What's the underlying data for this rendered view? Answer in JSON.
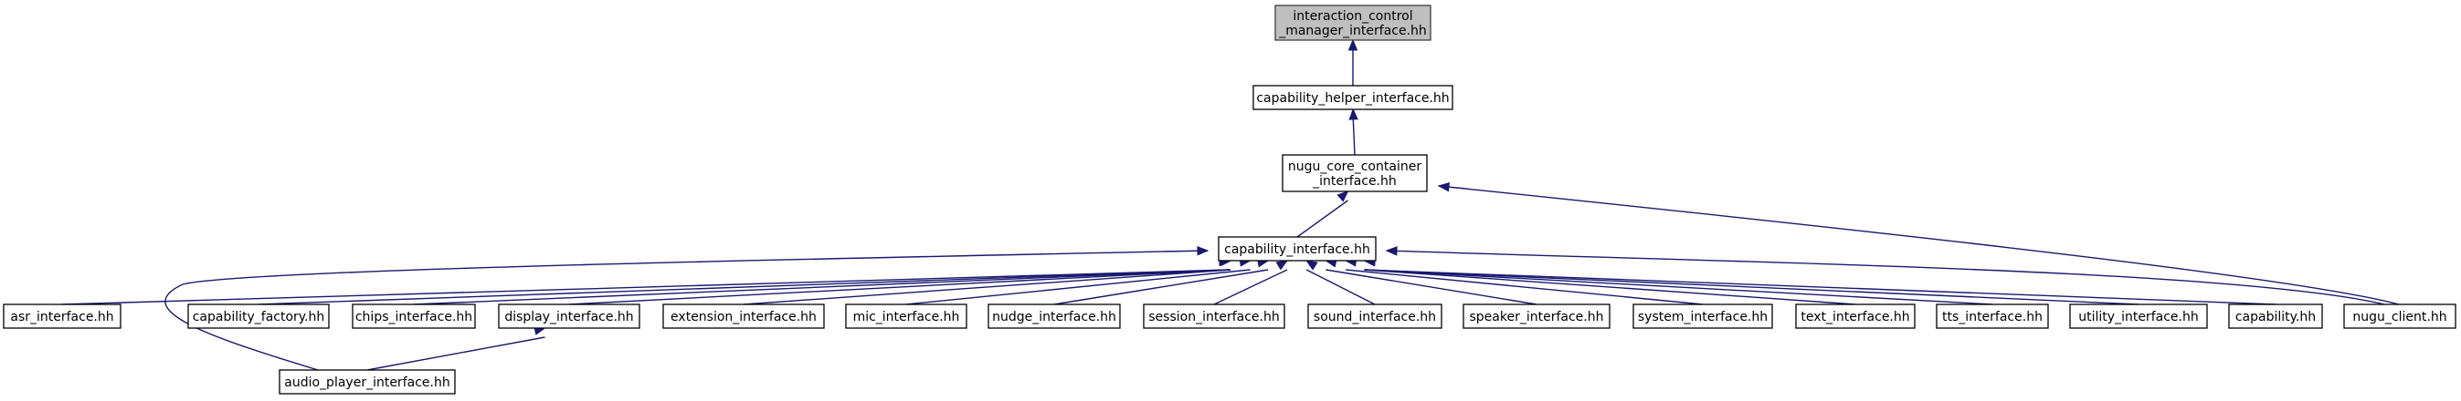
{
  "graph": {
    "edge_color": "#191970",
    "root_fill": "#bfbfbf",
    "nodes": [
      {
        "id": "icm",
        "lines": [
          "interaction_control",
          "_manager_interface.hh"
        ],
        "root": true
      },
      {
        "id": "chi",
        "lines": [
          "capability_helper_interface.hh"
        ]
      },
      {
        "id": "ncc",
        "lines": [
          "nugu_core_container",
          "_interface.hh"
        ]
      },
      {
        "id": "ci",
        "lines": [
          "capability_interface.hh"
        ]
      },
      {
        "id": "asr",
        "lines": [
          "asr_interface.hh"
        ]
      },
      {
        "id": "cf",
        "lines": [
          "capability_factory.hh"
        ]
      },
      {
        "id": "chips",
        "lines": [
          "chips_interface.hh"
        ]
      },
      {
        "id": "disp",
        "lines": [
          "display_interface.hh"
        ]
      },
      {
        "id": "ext",
        "lines": [
          "extension_interface.hh"
        ]
      },
      {
        "id": "mic",
        "lines": [
          "mic_interface.hh"
        ]
      },
      {
        "id": "nudge",
        "lines": [
          "nudge_interface.hh"
        ]
      },
      {
        "id": "sess",
        "lines": [
          "session_interface.hh"
        ]
      },
      {
        "id": "sound",
        "lines": [
          "sound_interface.hh"
        ]
      },
      {
        "id": "spk",
        "lines": [
          "speaker_interface.hh"
        ]
      },
      {
        "id": "sys",
        "lines": [
          "system_interface.hh"
        ]
      },
      {
        "id": "text",
        "lines": [
          "text_interface.hh"
        ]
      },
      {
        "id": "tts",
        "lines": [
          "tts_interface.hh"
        ]
      },
      {
        "id": "util",
        "lines": [
          "utility_interface.hh"
        ]
      },
      {
        "id": "cap",
        "lines": [
          "capability.hh"
        ]
      },
      {
        "id": "nc",
        "lines": [
          "nugu_client.hh"
        ]
      },
      {
        "id": "ap",
        "lines": [
          "audio_player_interface.hh"
        ]
      }
    ],
    "edges": [
      {
        "from": "chi",
        "to": "icm"
      },
      {
        "from": "ncc",
        "to": "chi"
      },
      {
        "from": "ci",
        "to": "ncc"
      },
      {
        "from": "nc",
        "to": "ncc"
      },
      {
        "from": "asr",
        "to": "ci"
      },
      {
        "from": "cf",
        "to": "ci"
      },
      {
        "from": "chips",
        "to": "ci"
      },
      {
        "from": "disp",
        "to": "ci"
      },
      {
        "from": "ext",
        "to": "ci"
      },
      {
        "from": "mic",
        "to": "ci"
      },
      {
        "from": "nudge",
        "to": "ci"
      },
      {
        "from": "sess",
        "to": "ci"
      },
      {
        "from": "sound",
        "to": "ci"
      },
      {
        "from": "spk",
        "to": "ci"
      },
      {
        "from": "sys",
        "to": "ci"
      },
      {
        "from": "text",
        "to": "ci"
      },
      {
        "from": "tts",
        "to": "ci"
      },
      {
        "from": "util",
        "to": "ci"
      },
      {
        "from": "cap",
        "to": "ci"
      },
      {
        "from": "nc",
        "to": "ci"
      },
      {
        "from": "ap",
        "to": "ci"
      },
      {
        "from": "ap",
        "to": "disp"
      }
    ]
  }
}
